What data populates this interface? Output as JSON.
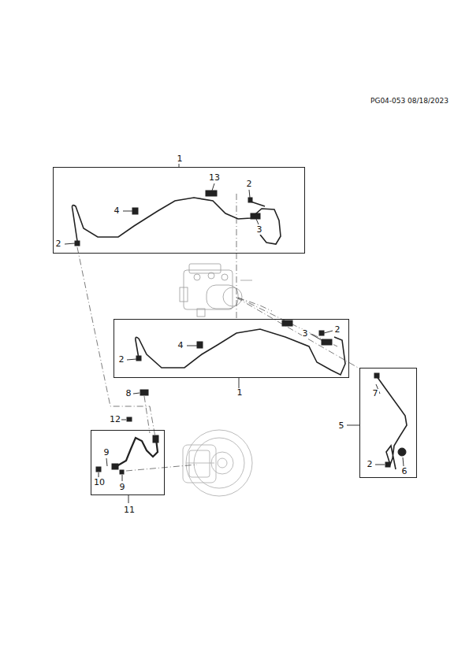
{
  "diagram": {
    "nodes": [
      {
        "text": [
          "1"
        ]
      },
      {
        "text": [
          "1"
        ]
      },
      {
        "text": [
          "5"
        ]
      },
      {
        "text": [
          "11"
        ]
      }
    ],
    "labels": [
      "PG04-053 08/18/2023",
      "13",
      "2",
      "4",
      "3",
      "2",
      "4",
      "3",
      "2",
      "2",
      "7",
      "2",
      "6",
      "8",
      "12",
      "9",
      "10",
      "9"
    ]
  }
}
